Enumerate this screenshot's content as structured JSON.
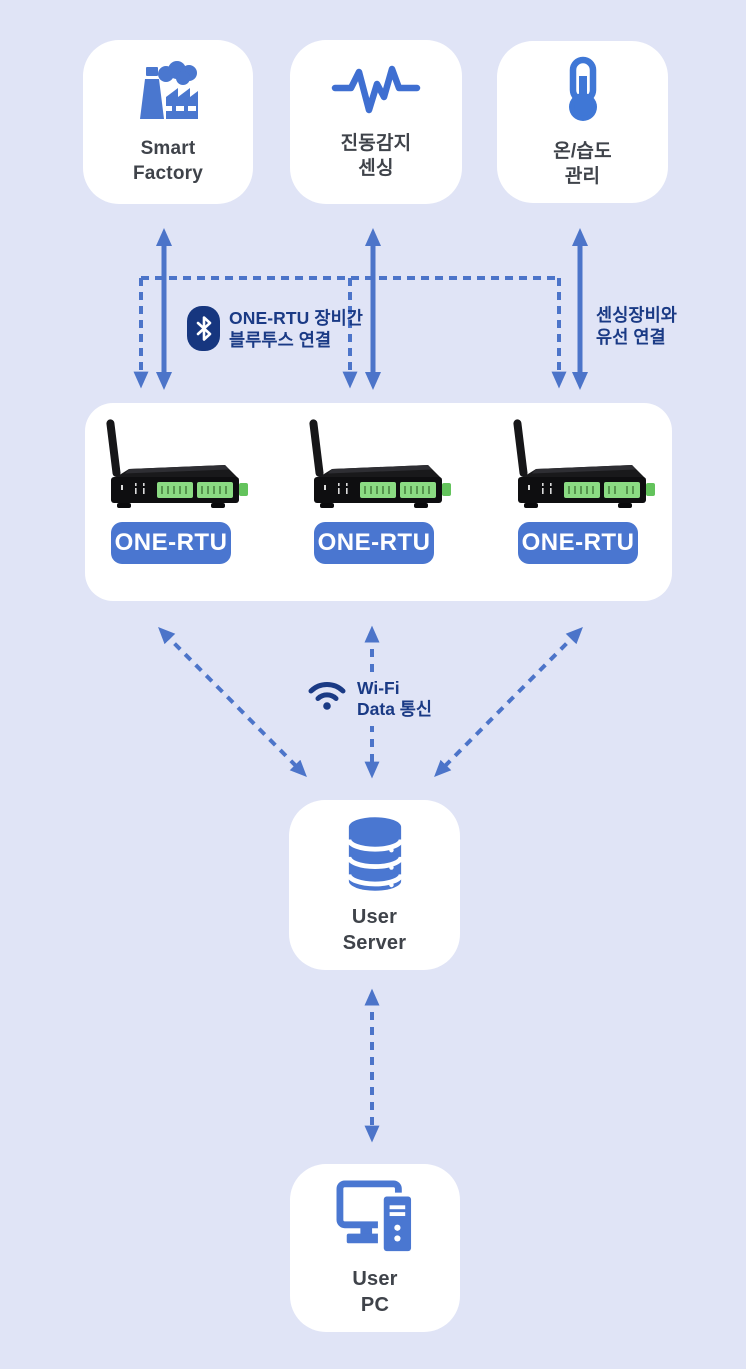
{
  "colors": {
    "background": "#e0e4f6",
    "card_bg": "#ffffff",
    "accent_blue": "#4a76d0",
    "arrow_blue": "#4c74c9",
    "navy": "#1a3a85",
    "badge_navy": "#16367f",
    "text_dark": "#3f434a",
    "device_green": "#8bdb83"
  },
  "top_cards": [
    {
      "name": "smart-factory",
      "icon": "factory-icon",
      "line1": "Smart",
      "line2": "Factory"
    },
    {
      "name": "vibration-sensing",
      "icon": "waveform-icon",
      "line1": "진동감지",
      "line2": "센싱"
    },
    {
      "name": "temp-humidity",
      "icon": "thermometer-icon",
      "line1": "온/습도",
      "line2": "관리"
    }
  ],
  "links": {
    "bluetooth": {
      "line1": "ONE-RTU 장비간",
      "line2": "블루투스 연결"
    },
    "wired": {
      "line1": "센싱장비와",
      "line2": "유선 연결"
    },
    "wifi": {
      "line1": "Wi-Fi",
      "line2": "Data 통신"
    }
  },
  "rtu_units": [
    "ONE-RTU",
    "ONE-RTU",
    "ONE-RTU"
  ],
  "server": {
    "line1": "User",
    "line2": "Server"
  },
  "pc": {
    "line1": "User",
    "line2": "PC"
  }
}
